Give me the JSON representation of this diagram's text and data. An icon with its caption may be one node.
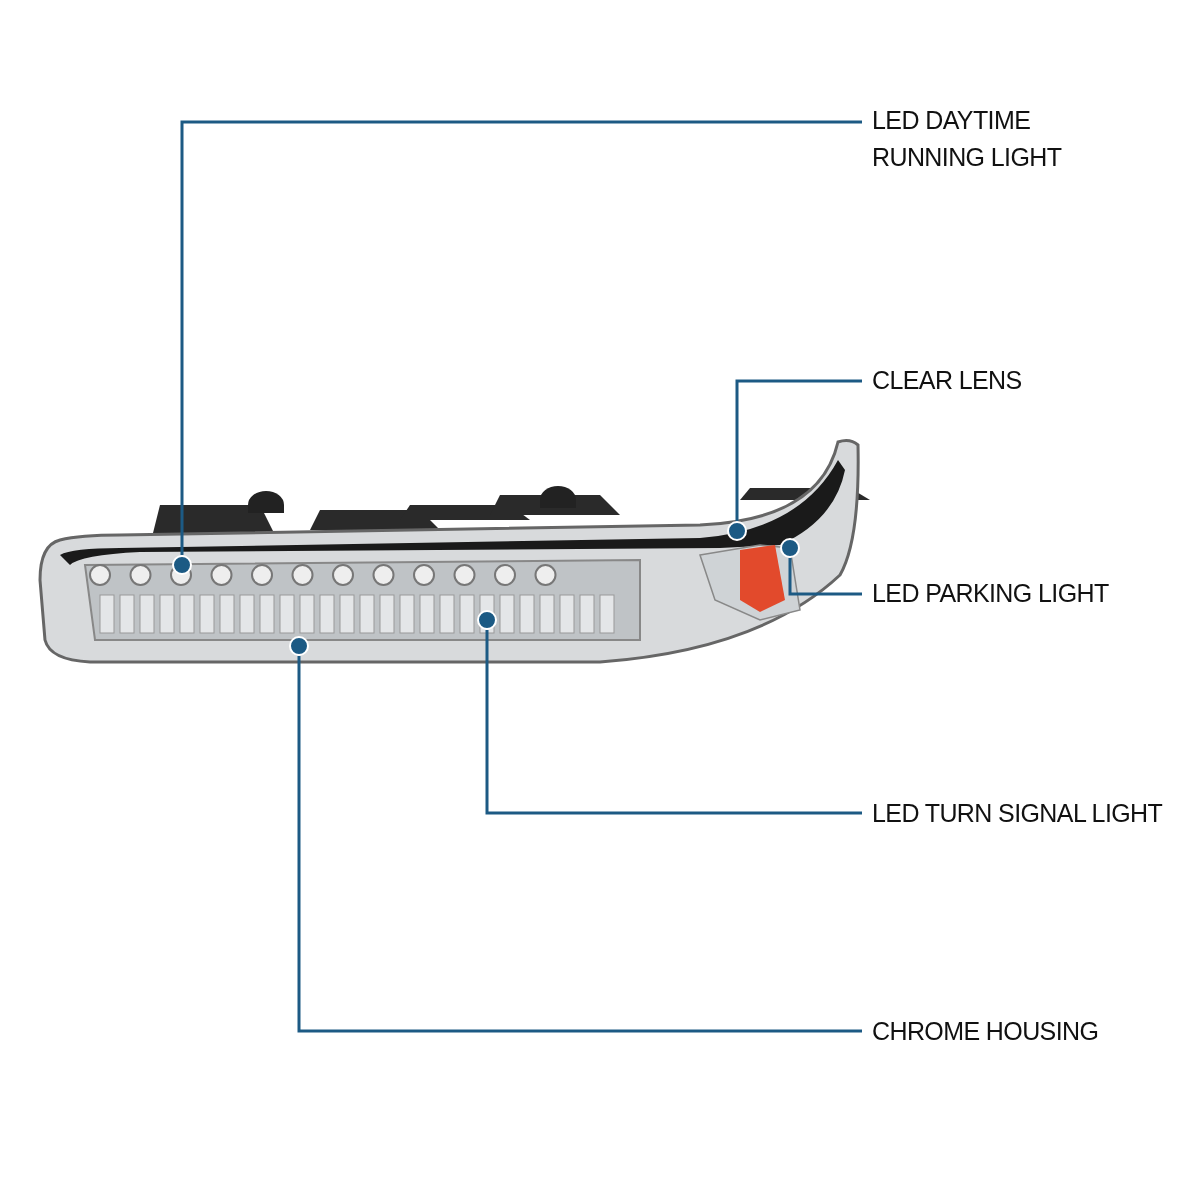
{
  "diagram": {
    "nodes": [
      {
        "text": [
          "LED DAYTIME RUNNING LIGHT"
        ]
      },
      {
        "text": [
          "CLEAR LENS"
        ]
      },
      {
        "text": [
          "LED PARKING LIGHT"
        ]
      },
      {
        "text": [
          "LED TURN SIGNAL LIGHT"
        ]
      },
      {
        "text": [
          "CHROME HOUSING"
        ]
      },
      {
        "text": [],
        "shape": "circle"
      },
      {
        "text": [],
        "shape": "circle"
      },
      {
        "text": [],
        "shape": "circle"
      },
      {
        "text": [],
        "shape": "circle"
      },
      {
        "text": [],
        "shape": "circle"
      }
    ],
    "edges": [
      {
        "from": 0,
        "to": 5,
        "arrow": "none"
      },
      {
        "from": 1,
        "to": 8,
        "arrow": "none"
      },
      {
        "from": 2,
        "to": 9,
        "arrow": "none"
      },
      {
        "from": 3,
        "to": 7,
        "arrow": "none"
      },
      {
        "from": 4,
        "to": 6,
        "arrow": "none"
      }
    ]
  }
}
